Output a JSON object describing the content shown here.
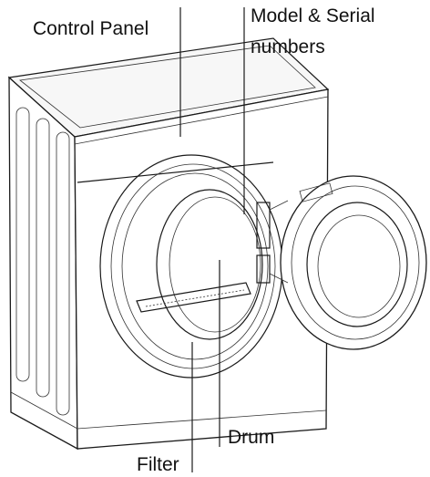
{
  "figure": {
    "labels": {
      "control_panel": "Control Panel",
      "model_serial_line1": "Model & Serial",
      "model_serial_line2": "numbers",
      "drum": "Drum",
      "filter": "Filter"
    }
  }
}
